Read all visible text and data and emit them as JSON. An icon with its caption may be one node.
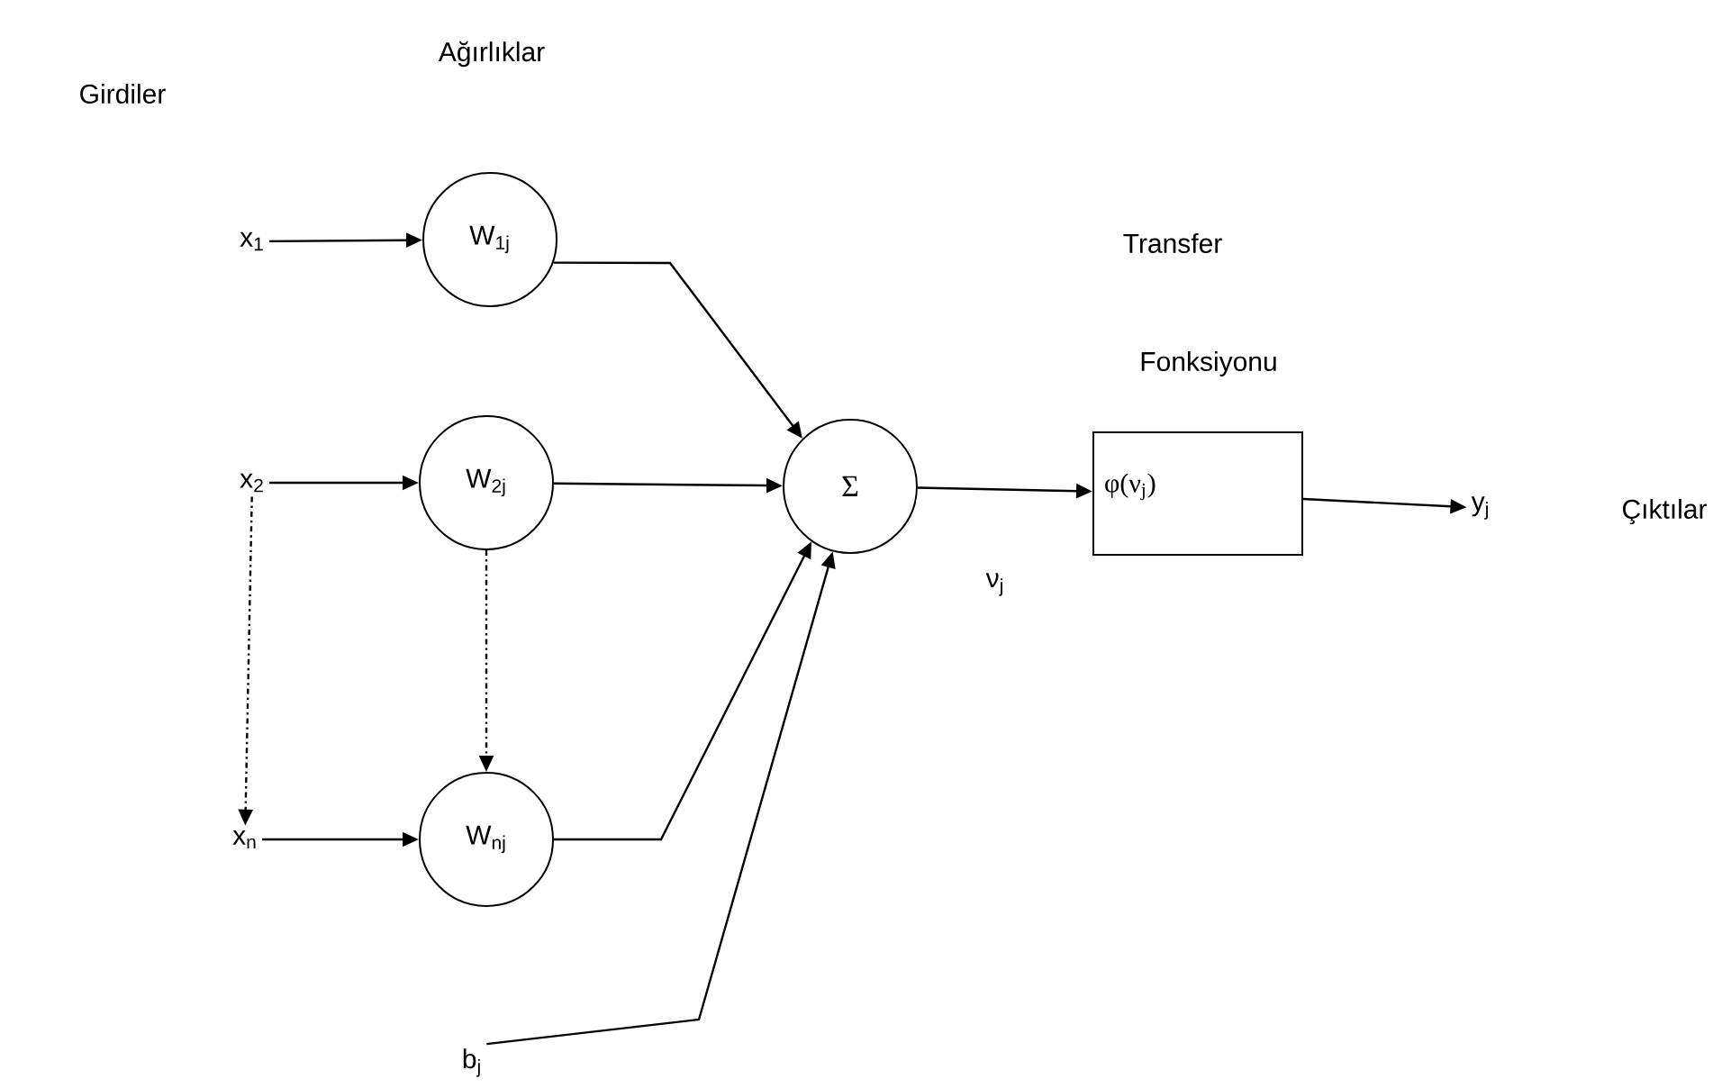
{
  "diagram": {
    "nodes": [
      {
        "text": [
          "x$_{1}$"
        ]
      },
      {
        "text": [
          "x$_{2}$"
        ]
      },
      {
        "text": [
          "x$_{n}$"
        ]
      },
      {
        "text": [
          "W$_{1j}$"
        ]
      },
      {
        "text": [
          "W$_{2j}$"
        ]
      },
      {
        "text": [
          "W$_{nj}$"
        ]
      },
      {
        "text": [
          "Σ"
        ]
      },
      {
        "text": [
          "b$_{j}$"
        ]
      },
      {
        "text": [
          "φ(ν$_{j}$)"
        ]
      },
      {
        "text": [
          "y$_{j}$"
        ]
      }
    ],
    "edges": [
      {
        "from": 0,
        "to": 3,
        "arrow": "to"
      },
      {
        "from": 1,
        "to": 4,
        "arrow": "to"
      },
      {
        "from": 2,
        "to": 5,
        "arrow": "to"
      },
      {
        "from": 1,
        "to": 2,
        "arrow": "to",
        "style": "dashed"
      },
      {
        "from": 4,
        "to": 5,
        "arrow": "to",
        "style": "dashed"
      },
      {
        "from": 3,
        "to": 6,
        "arrow": "to"
      },
      {
        "from": 4,
        "to": 6,
        "arrow": "to"
      },
      {
        "from": 5,
        "to": 6,
        "arrow": "to"
      },
      {
        "from": 7,
        "to": 6,
        "arrow": "to"
      },
      {
        "from": 6,
        "to": 8,
        "arrow": "to",
        "label": "ν$_{j}$"
      },
      {
        "from": 8,
        "to": 9,
        "arrow": "to"
      }
    ],
    "labels": [
      "Ağırlıklar",
      "Girdiler",
      "Transfer",
      "Fonksiyonu",
      "Çıktılar"
    ]
  }
}
